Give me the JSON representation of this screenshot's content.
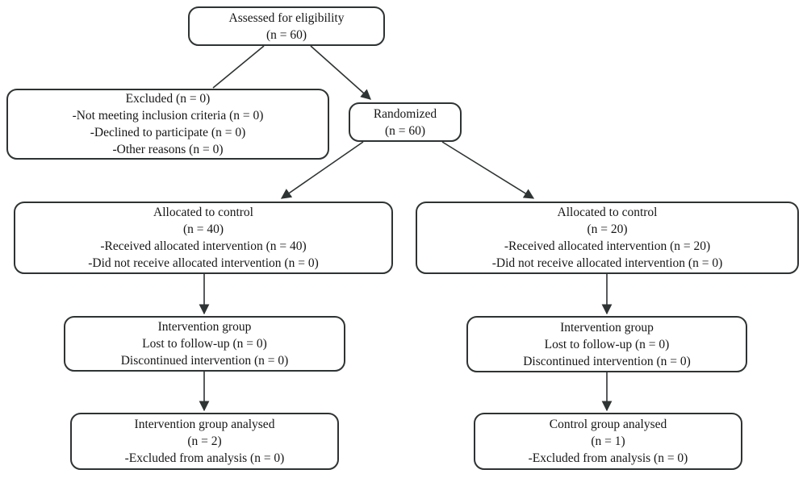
{
  "colors": {
    "border": "#2e3333",
    "text": "#161616",
    "line": "#2e3333",
    "background": "#ffffff"
  },
  "diagram": {
    "type": "consort-flowchart",
    "boxes": [
      {
        "id": "assessed-eligibility",
        "lines": [
          "Assessed for eligibility",
          "(n = 60)"
        ]
      },
      {
        "id": "excluded",
        "lines": [
          "Excluded (n = 0)",
          "-Not meeting inclusion criteria (n = 0)",
          "-Declined to participate (n = 0)",
          "-Other reasons (n = 0)"
        ]
      },
      {
        "id": "randomized",
        "lines": [
          "Randomized",
          "(n = 60)"
        ]
      },
      {
        "id": "allocated-left",
        "lines": [
          "Allocated to control",
          "(n = 40)",
          "-Received allocated intervention (n = 40)",
          "-Did not receive allocated intervention (n = 0)"
        ]
      },
      {
        "id": "allocated-right",
        "lines": [
          "Allocated to control",
          "(n = 20)",
          "-Received allocated intervention (n = 20)",
          "-Did not receive allocated intervention (n = 0)"
        ]
      },
      {
        "id": "followup-left",
        "lines": [
          "Intervention group",
          "Lost to follow-up (n = 0)",
          "Discontinued intervention (n = 0)"
        ]
      },
      {
        "id": "followup-right",
        "lines": [
          "Intervention group",
          "Lost to follow-up (n = 0)",
          "Discontinued intervention (n = 0)"
        ]
      },
      {
        "id": "analysed-left",
        "lines": [
          "Intervention group analysed",
          "(n = 2)",
          "-Excluded from analysis (n = 0)"
        ]
      },
      {
        "id": "analysed-right",
        "lines": [
          "Control group analysed",
          "(n = 1)",
          "-Excluded from analysis (n = 0)"
        ]
      }
    ]
  }
}
